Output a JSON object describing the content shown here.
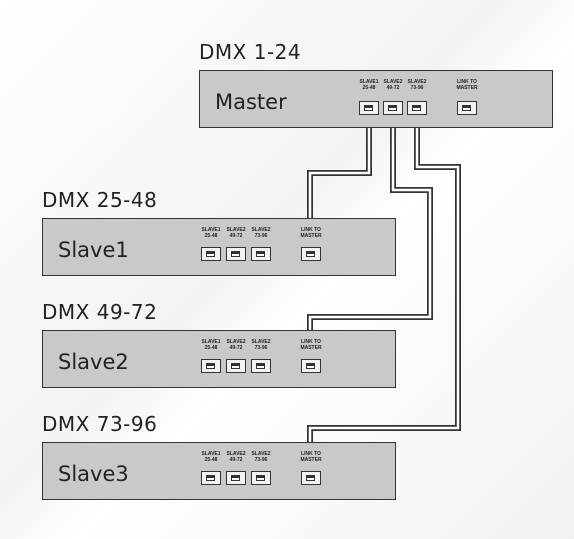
{
  "master": {
    "heading": "DMX 1-24",
    "name": "Master",
    "ports": [
      {
        "label1": "SLAVE1",
        "label2": "25-48"
      },
      {
        "label1": "SLAVE2",
        "label2": "49-72"
      },
      {
        "label1": "SLAVE2",
        "label2": "73-96"
      },
      {
        "label1": "LINK TO",
        "label2": "MASTER"
      }
    ]
  },
  "slaves": [
    {
      "heading": "DMX 25-48",
      "name": "Slave1",
      "ports": [
        {
          "label1": "SLAVE1",
          "label2": "25-48"
        },
        {
          "label1": "SLAVE2",
          "label2": "49-72"
        },
        {
          "label1": "SLAVE2",
          "label2": "73-96"
        },
        {
          "label1": "LINK TO",
          "label2": "MASTER"
        }
      ]
    },
    {
      "heading": "DMX 49-72",
      "name": "Slave2",
      "ports": [
        {
          "label1": "SLAVE1",
          "label2": "25-48"
        },
        {
          "label1": "SLAVE2",
          "label2": "49-72"
        },
        {
          "label1": "SLAVE2",
          "label2": "73-96"
        },
        {
          "label1": "LINK TO",
          "label2": "MASTER"
        }
      ]
    },
    {
      "heading": "DMX 73-96",
      "name": "Slave3",
      "ports": [
        {
          "label1": "SLAVE1",
          "label2": "25-48"
        },
        {
          "label1": "SLAVE2",
          "label2": "49-72"
        },
        {
          "label1": "SLAVE2",
          "label2": "73-96"
        },
        {
          "label1": "LINK TO",
          "label2": "MASTER"
        }
      ]
    }
  ],
  "colors": {
    "unit_fill": "#c9c9c9",
    "outline": "#333333",
    "port_fill": "#f2f2f2"
  }
}
